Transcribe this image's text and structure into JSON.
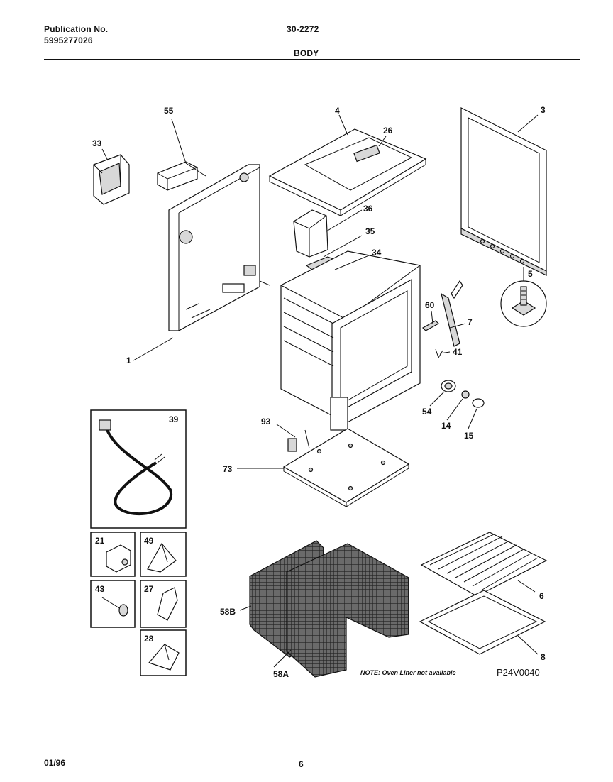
{
  "header": {
    "publication_label": "Publication No.",
    "publication_number": "5995277026",
    "document_code": "30-2272",
    "section_title": "BODY"
  },
  "callouts": {
    "c33": "33",
    "c55": "55",
    "c4": "4",
    "c26": "26",
    "c3": "3",
    "c36": "36",
    "c35": "35",
    "c34": "34",
    "c5": "5",
    "c60": "60",
    "c7": "7",
    "c41": "41",
    "c1": "1",
    "c54": "54",
    "c14": "14",
    "c15": "15",
    "c93": "93",
    "c73": "73",
    "c39": "39",
    "c21": "21",
    "c49": "49",
    "c43": "43",
    "c27": "27",
    "c28": "28",
    "c6": "6",
    "c58B": "58B",
    "c8": "8",
    "c58A": "58A"
  },
  "note": "NOTE: Oven Liner not available",
  "diagram_code": "P24V0040",
  "footer": {
    "date": "01/96",
    "page": "6"
  }
}
